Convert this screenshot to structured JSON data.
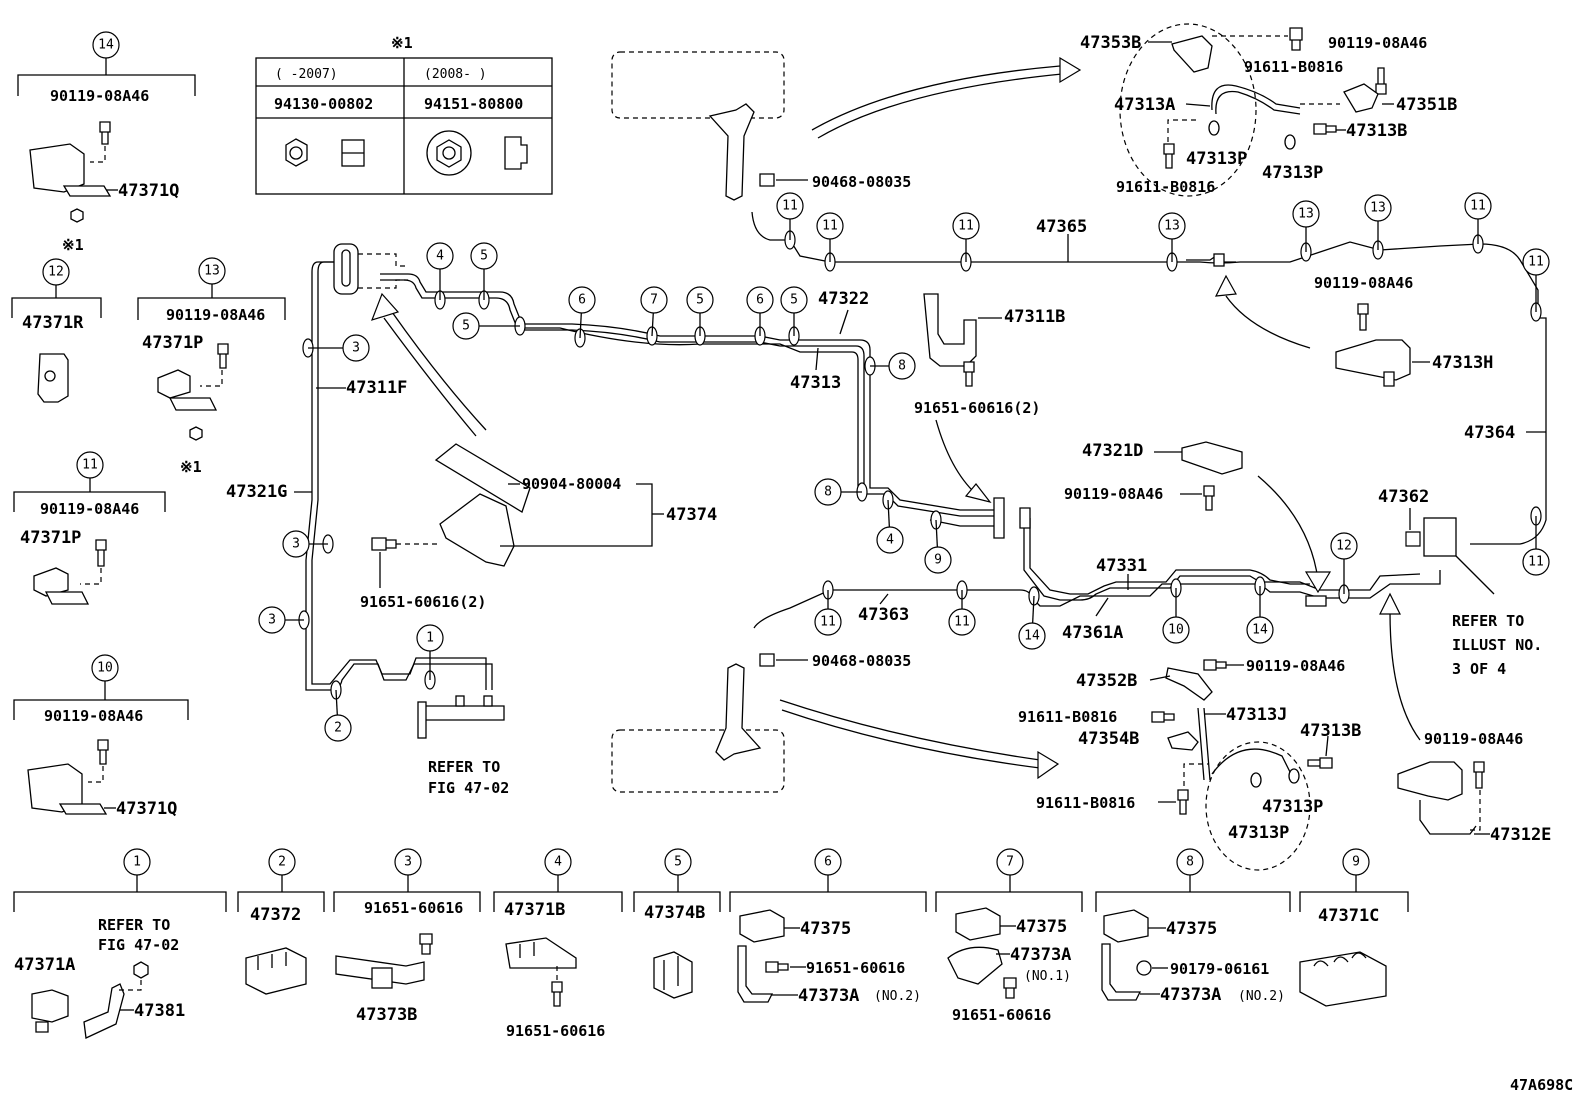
{
  "diagram_id": "47A698C",
  "note_mark": "※1",
  "nut_table": {
    "col1_header": "(     -2007)",
    "col2_header": "(2008-     )",
    "col1_part": "94130-00802",
    "col2_part": "94151-80800"
  },
  "refer_fig": "REFER TO\nFIG 47-02",
  "refer_fig_line1": "REFER TO",
  "refer_fig_line2": "FIG 47-02",
  "refer_illust_line1": "REFER TO",
  "refer_illust_line2": "ILLUST NO.",
  "refer_illust_line3": "3 OF 4",
  "left_groups": {
    "g14": {
      "num": "14",
      "bolt": "90119-08A46",
      "clamp": "47371Q",
      "note": "※1"
    },
    "g12": {
      "num": "12",
      "clamp": "47371R"
    },
    "g13": {
      "num": "13",
      "bolt": "90119-08A46",
      "clamp": "47371P",
      "note": "※1"
    },
    "g11": {
      "num": "11",
      "bolt": "90119-08A46",
      "clamp": "47371P"
    },
    "g10": {
      "num": "10",
      "bolt": "90119-08A46",
      "clamp": "47371Q"
    }
  },
  "bottom_groups": {
    "b1": {
      "num": "1",
      "clamp": "47371A",
      "bracket": "47381",
      "refer1": "REFER TO",
      "refer2": "FIG 47-02"
    },
    "b2": {
      "num": "2",
      "clamp": "47372"
    },
    "b3": {
      "num": "3",
      "bolt": "91651-60616",
      "clamp": "47373B"
    },
    "b4": {
      "num": "4",
      "clamp": "47371B",
      "bolt": "91651-60616"
    },
    "b5": {
      "num": "5",
      "clamp": "47374B"
    },
    "b6": {
      "num": "6",
      "clamp": "47375",
      "bolt": "91651-60616",
      "bracket": "47373A",
      "bracket_note": "(NO.2)"
    },
    "b7": {
      "num": "7",
      "clamp": "47375",
      "bracket": "47373A",
      "bracket_note": "(NO.1)",
      "bolt": "91651-60616"
    },
    "b8": {
      "num": "8",
      "clamp": "47375",
      "nut": "90179-06161",
      "bracket": "47373A",
      "bracket_note": "(NO.2)"
    },
    "b9": {
      "num": "9",
      "clamp": "47371C"
    }
  },
  "main_labels": {
    "p47311F": "47311F",
    "p47321G": "47321G",
    "p47322": "47322",
    "p47313": "47313",
    "p90904": "90904-80004",
    "p47374": "47374",
    "p91651_a": "91651-60616(2)",
    "p47311B": "47311B",
    "p91651_b": "91651-60616(2)",
    "p90468_a": "90468-08035",
    "p90468_b": "90468-08035",
    "p47365": "47365",
    "p47364": "47364",
    "p47362": "47362",
    "p47331": "47331",
    "p47361A": "47361A",
    "p47363": "47363",
    "p47321D": "47321D",
    "p90119_d": "90119-08A46",
    "p90119_h": "90119-08A46",
    "p47313H": "47313H",
    "p47353B": "47353B",
    "p90119_top": "90119-08A46",
    "p91611_t1": "91611-B0816",
    "p47351B": "47351B",
    "p47313A": "47313A",
    "p47313B_t": "47313B",
    "p47313P_t1": "47313P",
    "p47313P_t2": "47313P",
    "p91611_t2": "91611-B0816",
    "p47352B": "47352B",
    "p90119_52": "90119-08A46",
    "p91611_b1": "91611-B0816",
    "p47313J": "47313J",
    "p47354B": "47354B",
    "p47313B_b": "47313B",
    "p47313P_b1": "47313P",
    "p47313P_b2": "47313P",
    "p91611_b2": "91611-B0816",
    "p90119_12": "90119-08A46",
    "p47312E": "47312E"
  }
}
